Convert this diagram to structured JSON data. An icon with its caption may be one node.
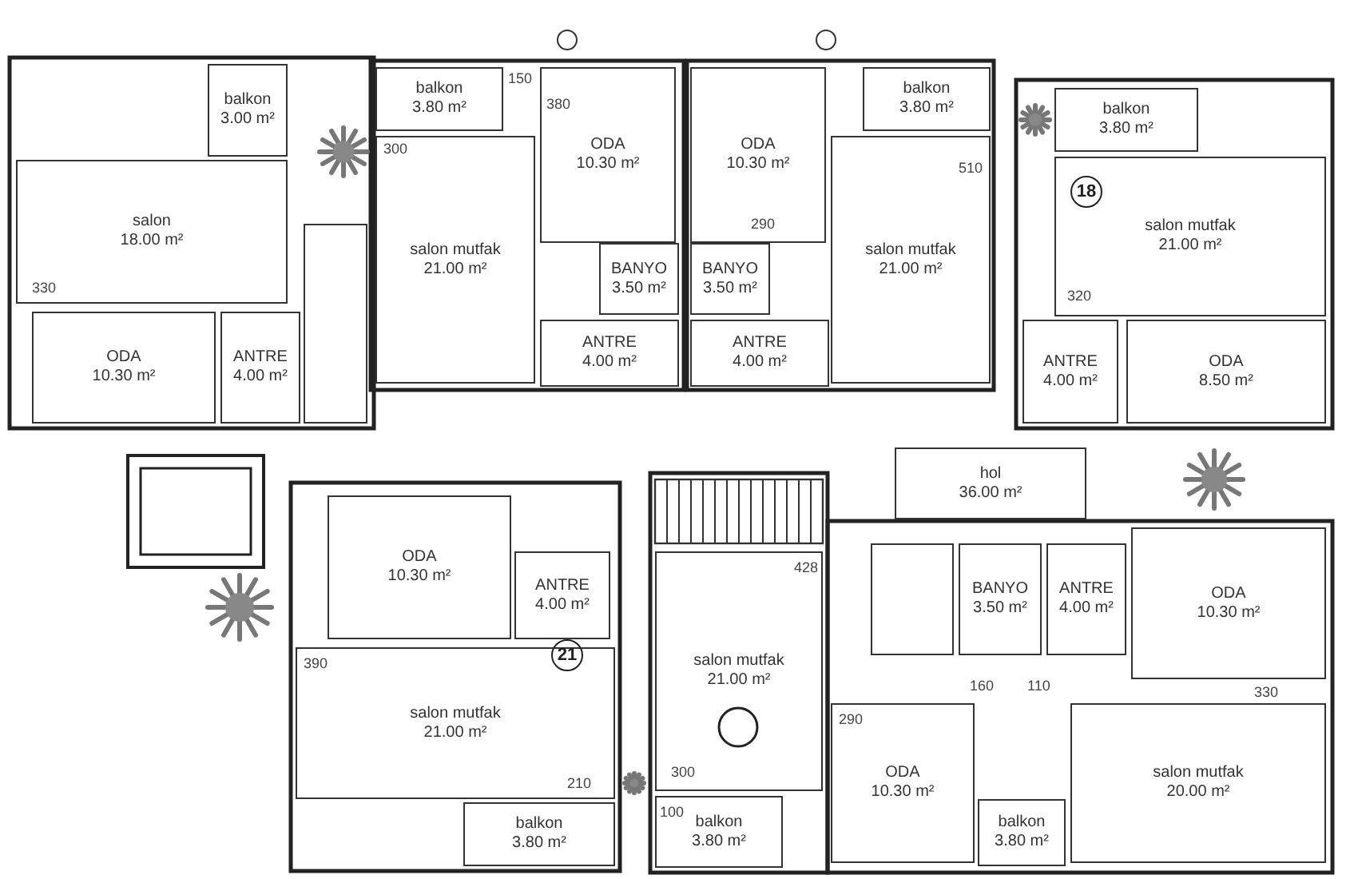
{
  "diagram": {
    "nodes": [
      {
        "text": [
          "balkon",
          "3.00 m²"
        ]
      },
      {
        "text": [
          "salon",
          "18.00 m²"
        ]
      },
      {
        "text": [
          "ODA",
          "10.30 m²"
        ]
      },
      {
        "text": [
          "ANTRE",
          "4.00 m²"
        ]
      },
      {
        "text": [],
        "shape": "box"
      },
      {
        "text": [
          "balkon",
          "3.80 m²"
        ]
      },
      {
        "text": [
          "salon mutfak",
          "21.00 m²"
        ]
      },
      {
        "text": [
          "ODA",
          "10.30 m²"
        ]
      },
      {
        "text": [
          "BANYO",
          "3.50 m²"
        ]
      },
      {
        "text": [
          "ANTRE",
          "4.00 m²"
        ]
      },
      {
        "text": [
          "ODA",
          "10.30 m²"
        ]
      },
      {
        "text": [
          "BANYO",
          "3.50 m²"
        ]
      },
      {
        "text": [
          "ANTRE",
          "4.00 m²"
        ]
      },
      {
        "text": [
          "salon mutfak",
          "21.00 m²"
        ]
      },
      {
        "text": [
          "balkon",
          "3.80 m²"
        ]
      },
      {
        "text": [
          "balkon",
          "3.80 m²"
        ]
      },
      {
        "text": [
          "salon mutfak",
          "21.00 m²"
        ]
      },
      {
        "text": [
          "ANTRE",
          "4.00 m²"
        ]
      },
      {
        "text": [
          "ODA",
          "8.50 m²"
        ]
      },
      {
        "text": [
          "hol",
          "36.00 m²"
        ]
      },
      {
        "text": [
          "ODA",
          "10.30 m²"
        ]
      },
      {
        "text": [
          "ANTRE",
          "4.00 m²"
        ]
      },
      {
        "text": [
          "salon mutfak",
          "21.00 m²"
        ]
      },
      {
        "text": [
          "balkon",
          "3.80 m²"
        ]
      },
      {
        "text": [
          "salon mutfak",
          "21.00 m²"
        ]
      },
      {
        "text": [
          "balkon",
          "3.80 m²"
        ]
      },
      {
        "text": [],
        "shape": "box"
      },
      {
        "text": [
          "BANYO",
          "3.50 m²"
        ]
      },
      {
        "text": [
          "ANTRE",
          "4.00 m²"
        ]
      },
      {
        "text": [
          "ODA",
          "10.30 m²"
        ]
      },
      {
        "text": [
          "ODA",
          "10.30 m²"
        ]
      },
      {
        "text": [
          "balkon",
          "3.80 m²"
        ]
      },
      {
        "text": [
          "salon mutfak",
          "20.00 m²"
        ]
      }
    ],
    "labels": [
      "150",
      "380",
      "300",
      "510",
      "290",
      "18",
      "330",
      "320",
      "428",
      "21",
      "390",
      "160",
      "110",
      "330",
      "290",
      "300",
      "210",
      "100"
    ]
  }
}
